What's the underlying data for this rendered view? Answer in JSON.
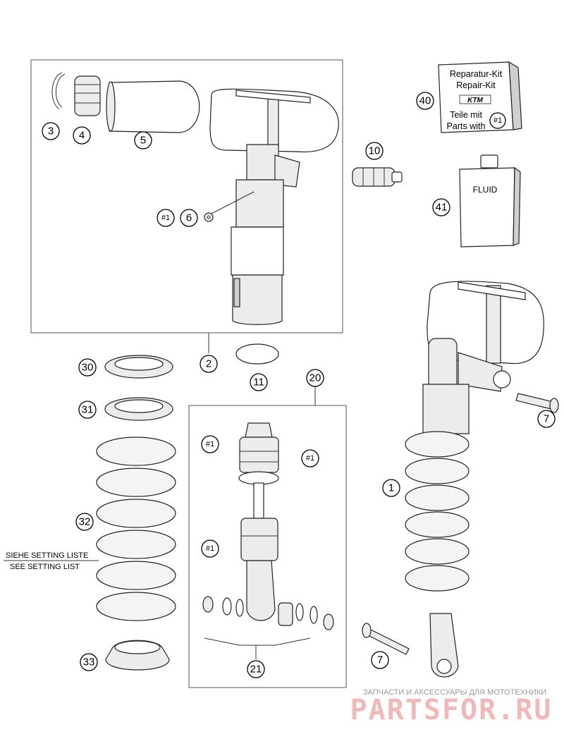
{
  "callouts": {
    "c1": "1",
    "c2": "2",
    "c3": "3",
    "c4": "4",
    "c5": "5",
    "c6": "6",
    "c7a": "7",
    "c7b": "7",
    "c10": "10",
    "c11": "11",
    "c20": "20",
    "c21": "21",
    "c30": "30",
    "c31": "31",
    "c32": "32",
    "c33": "33",
    "c40": "40",
    "c41": "41",
    "k6": "#1",
    "k20a": "#1",
    "k20b": "#1",
    "k20c": "#1",
    "k40": "#1"
  },
  "repair_kit": {
    "line1": "Reparatur-Kit",
    "line2": "Repair-Kit",
    "line3": "Teile mit",
    "line4": "Parts with",
    "logo": "KTM"
  },
  "fluid_label": "FLUID",
  "setting_note": {
    "line1": "SIEHE SETTING LISTE",
    "line2": "SEE SETTING LIST"
  },
  "watermark": {
    "tagline": "ЗАПЧАСТИ И АКСЕССУАРЫ ДЛЯ МОТОТЕХНИКИ",
    "brand": "PARTSFOR.RU"
  },
  "colors": {
    "watermark_brand": "#f0b8b8",
    "watermark_tagline": "#9a9a9a"
  }
}
